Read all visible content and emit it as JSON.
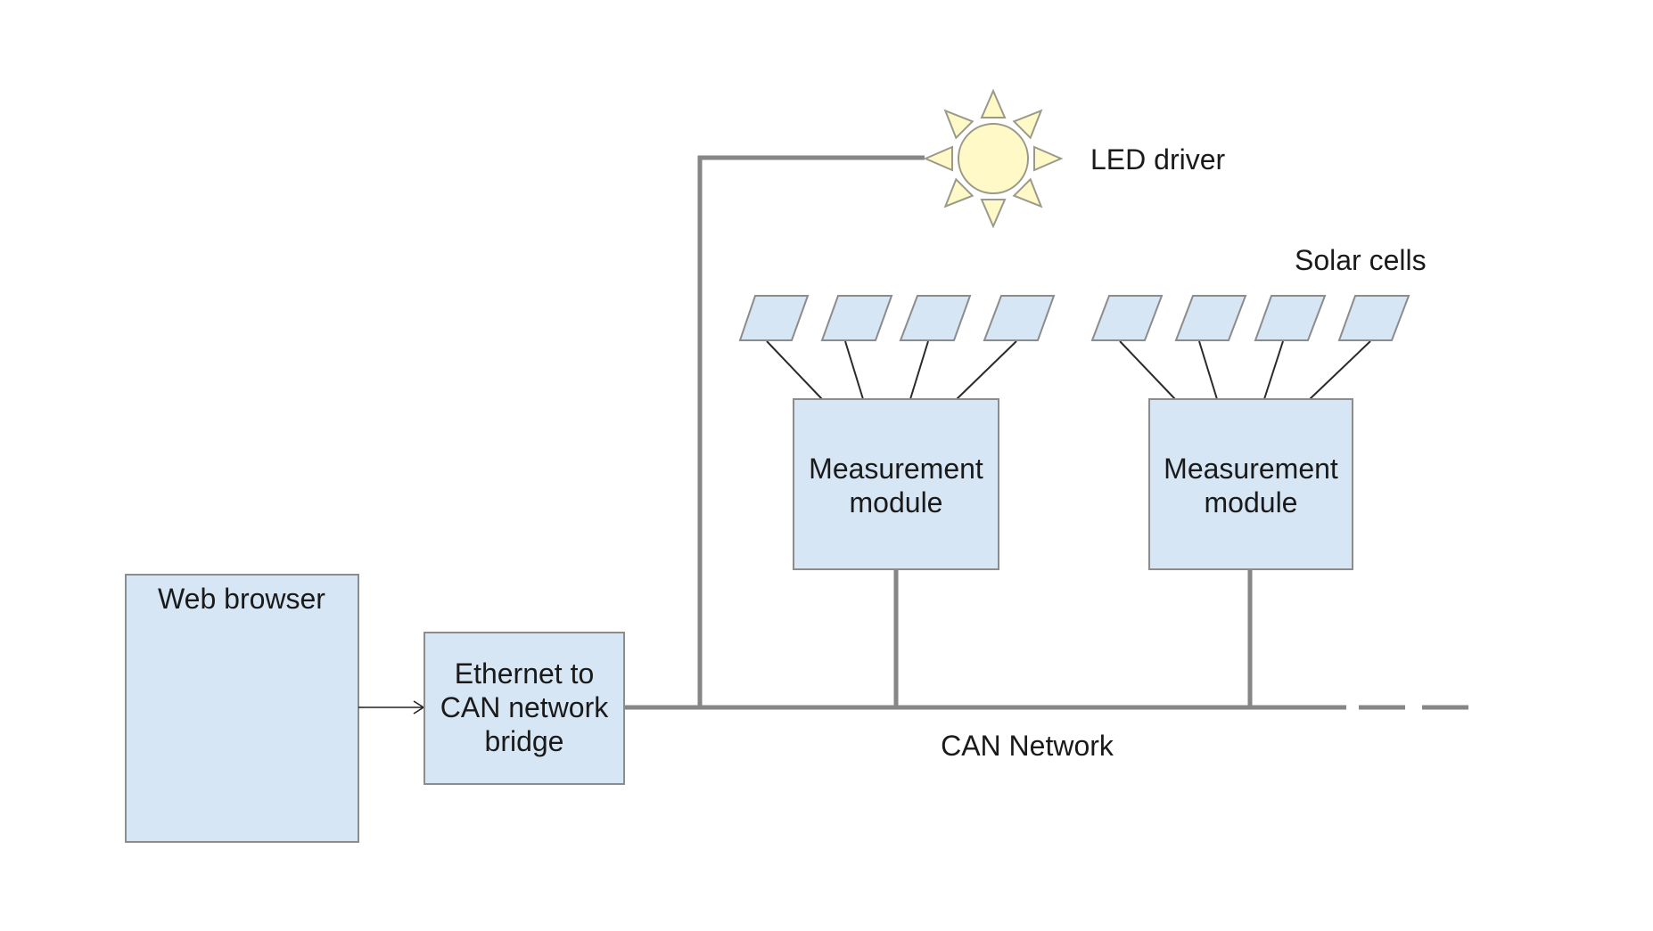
{
  "diagram": {
    "type": "system-architecture",
    "colors": {
      "box_fill": "#d6e6f5",
      "box_stroke": "#8c8c8c",
      "bus_line": "#868686",
      "sun_fill": "#fef9c7"
    },
    "labels": {
      "led_driver": "LED driver",
      "solar_cells": "Solar cells",
      "can_network": "CAN Network"
    },
    "nodes": {
      "web_browser": {
        "label": "Web browser"
      },
      "bridge": {
        "lines": [
          "Ethernet to",
          "CAN network",
          "bridge"
        ]
      },
      "modules": [
        {
          "lines": [
            "Measurement",
            "module"
          ],
          "solar_cell_count": 4
        },
        {
          "lines": [
            "Measurement",
            "module"
          ],
          "solar_cell_count": 4
        }
      ]
    },
    "edges": [
      {
        "from": "web_browser",
        "to": "bridge",
        "style": "arrow"
      },
      {
        "from": "bridge",
        "to": "can_network",
        "style": "bus"
      },
      {
        "from": "can_network",
        "to": "led_driver",
        "style": "bus"
      },
      {
        "from": "can_network",
        "to": "module_1",
        "style": "bus"
      },
      {
        "from": "can_network",
        "to": "module_2",
        "style": "bus"
      },
      {
        "from": "can_network",
        "to": "more",
        "style": "dashed-continuation"
      }
    ]
  }
}
